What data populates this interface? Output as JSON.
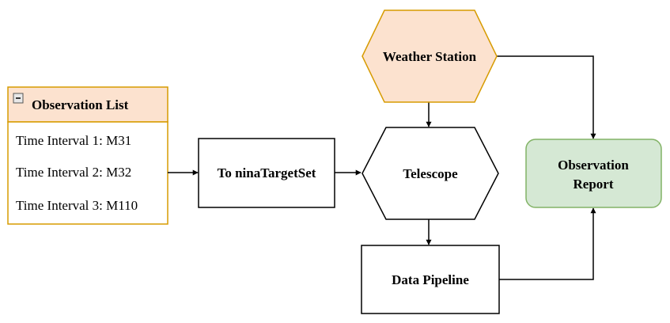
{
  "observation_list": {
    "title": "Observation List",
    "collapse_symbol": "−",
    "items": [
      "Time Interval 1: M31",
      "Time Interval 2: M32",
      "Time Interval 3: M110"
    ]
  },
  "nodes": {
    "target_set": "To ninaTargetSet",
    "weather_station": "Weather Station",
    "telescope": "Telescope",
    "data_pipeline": "Data Pipeline",
    "report_line1": "Observation",
    "report_line2": "Report"
  },
  "colors": {
    "list_header_fill": "#fce2cf",
    "list_border": "#d79b00",
    "weather_fill": "#fce2cf",
    "weather_border": "#d79b00",
    "report_fill": "#d5e8d4",
    "report_border": "#82b366",
    "line": "#000000"
  },
  "icons": {
    "collapse": "minus-square-icon"
  }
}
